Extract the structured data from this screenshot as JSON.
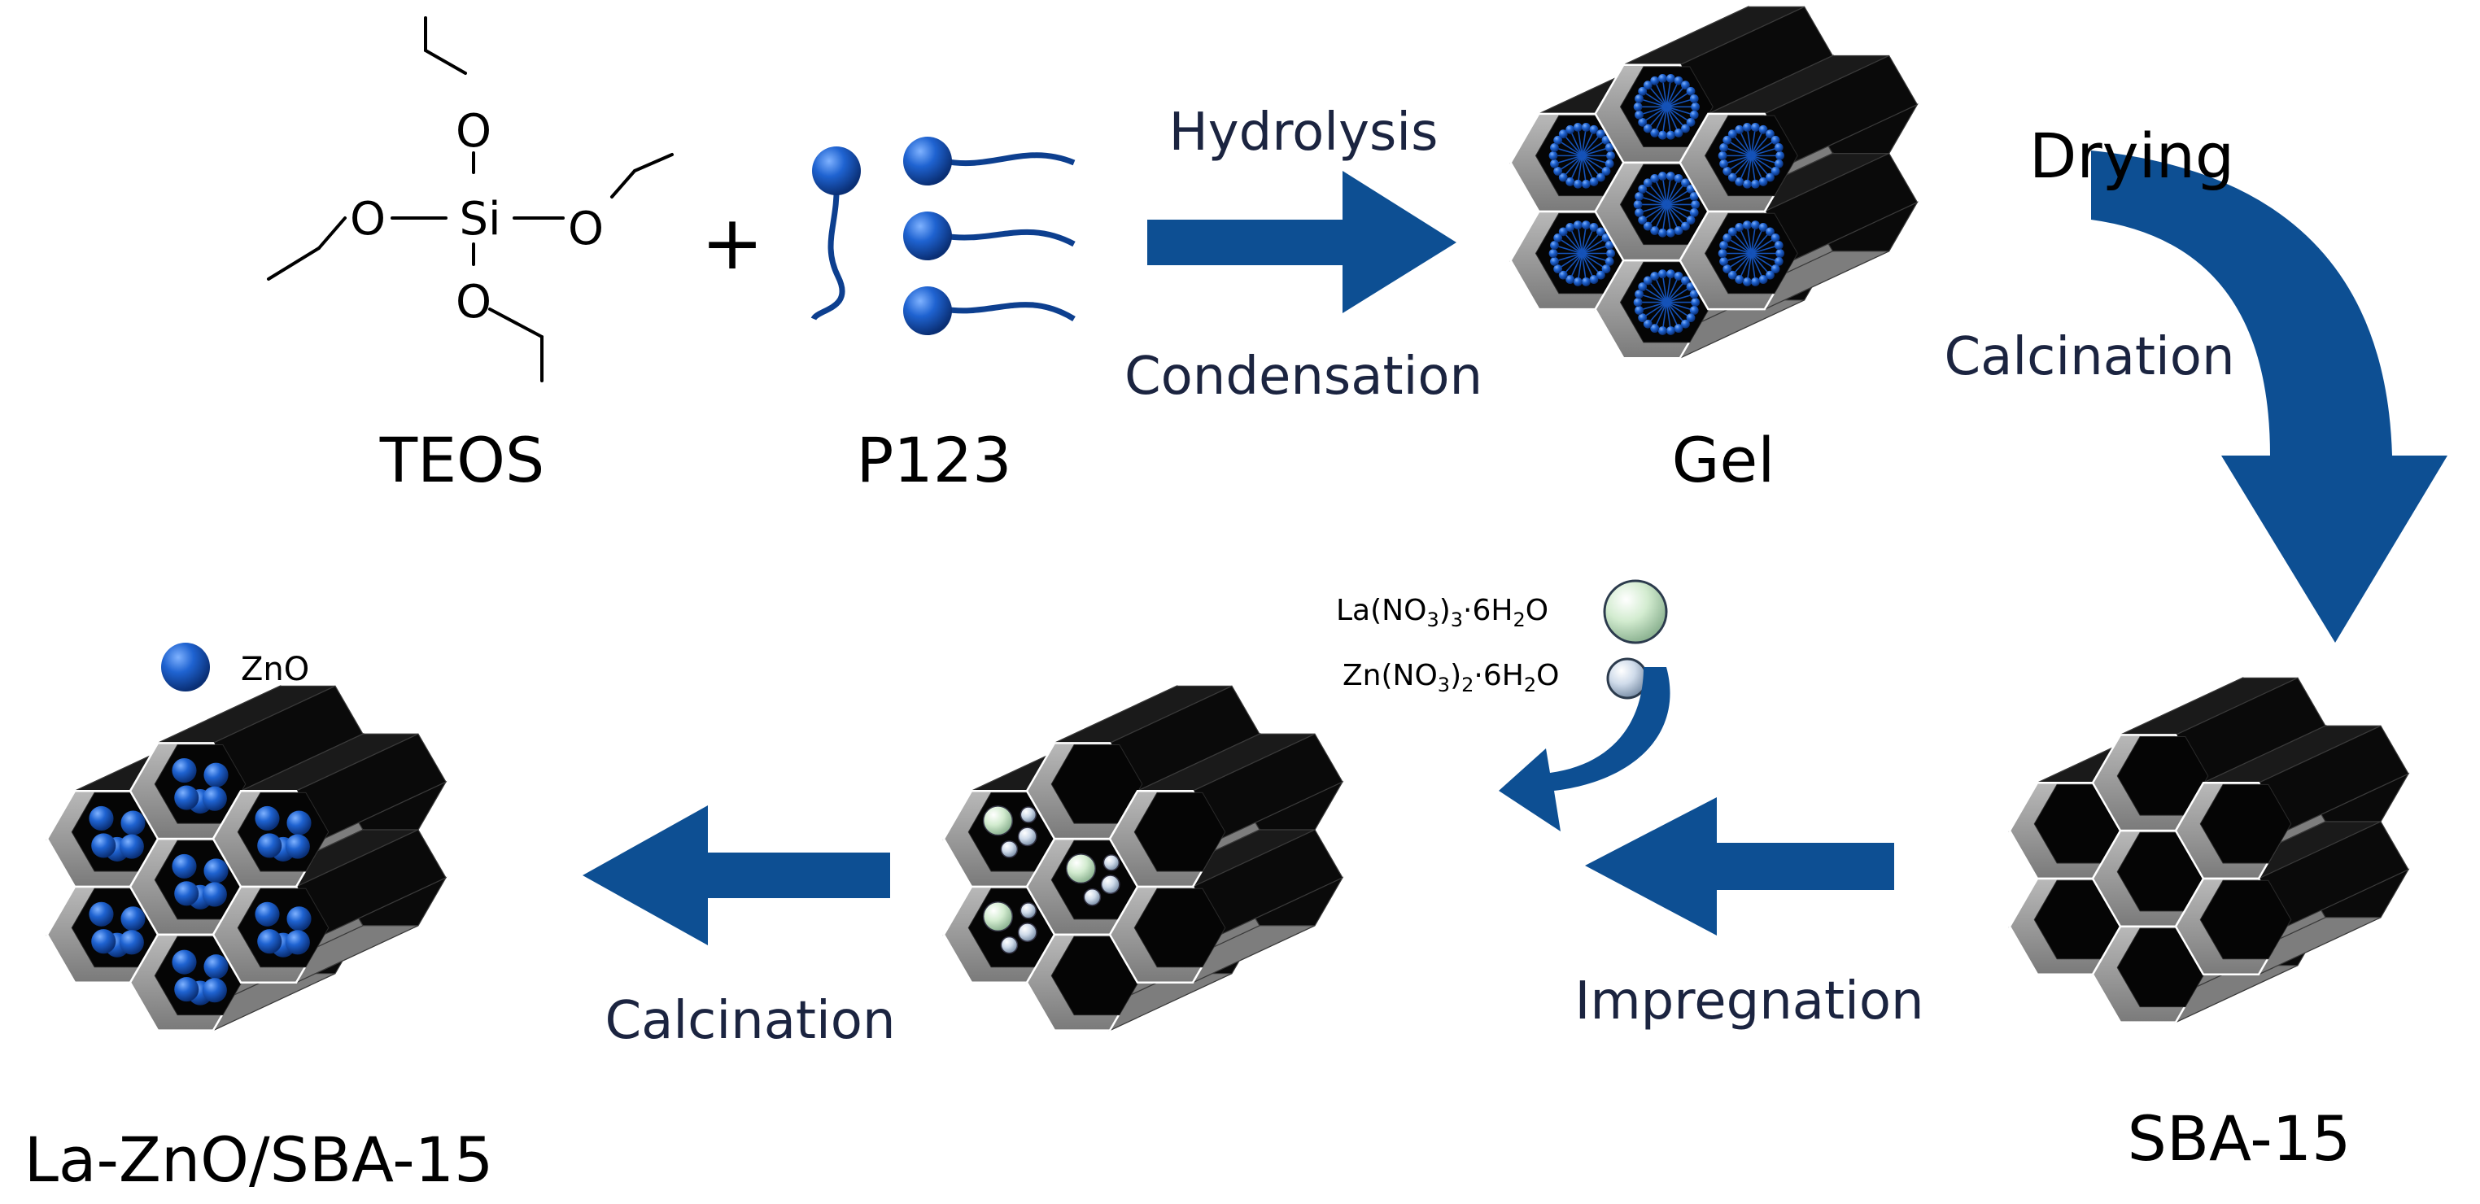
{
  "teos": {
    "name": "TEOS",
    "atoms": {
      "si": "Si",
      "o_top": "O",
      "o_left": "O",
      "o_right": "O",
      "o_bottom": "O"
    }
  },
  "plus": "+",
  "p123": {
    "name": "P123"
  },
  "step1": {
    "top": "Hydrolysis",
    "bottom": "Condensation"
  },
  "gel": {
    "name": "Gel"
  },
  "step2": {
    "top": "Drying",
    "bottom": "Calcination"
  },
  "sba15": {
    "name": "SBA-15"
  },
  "precursors": {
    "la": {
      "main": "La(NO",
      "sub1": "3",
      "mid": ")",
      "sub2": "3",
      "tail": "·6H",
      "sub3": "2",
      "end": "O"
    },
    "zn": {
      "main": "Zn(NO",
      "sub1": "3",
      "mid": ")",
      "sub2": "2",
      "tail": "·6H",
      "sub3": "2",
      "end": "O"
    }
  },
  "step3": {
    "label": "Impregnation"
  },
  "step4": {
    "label": "Calcination"
  },
  "legend": {
    "zno": "ZnO"
  },
  "product": {
    "name": "La-ZnO/SBA-15"
  },
  "colors": {
    "arrow": "#0d4f93",
    "sphere_blue": "#1552b8",
    "sphere_green": "#c8e6c2",
    "sphere_grey": "#c9d6e6",
    "pore_dark": "#0a0a0a",
    "wall_grey": "#9a9a9a",
    "text_dark": "#1b2440"
  }
}
